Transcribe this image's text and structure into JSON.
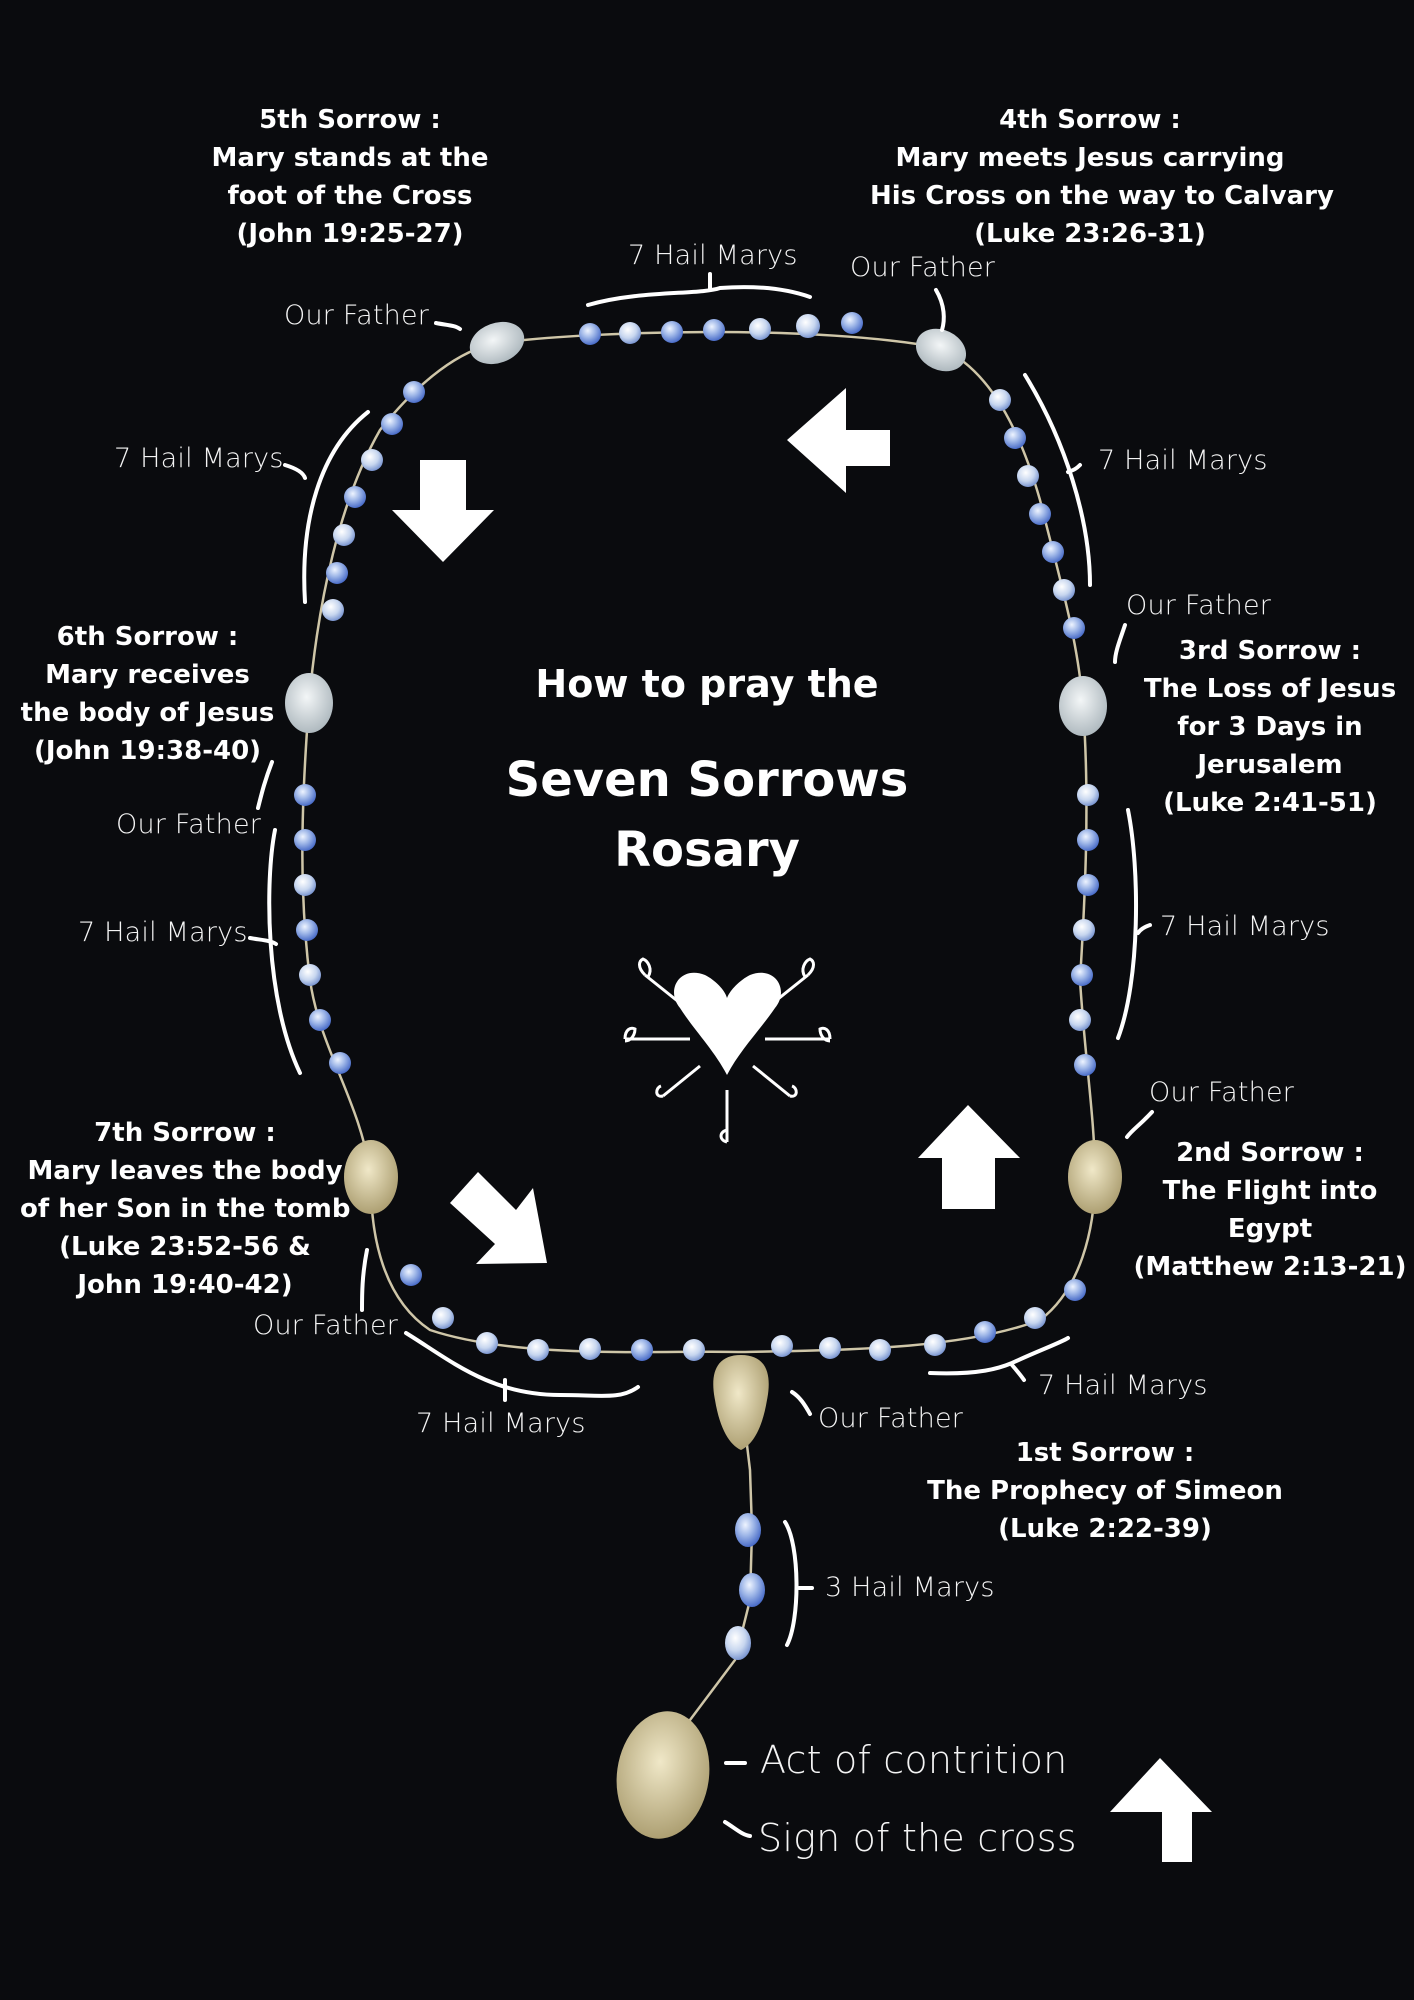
{
  "title": {
    "line1": "How to pray the",
    "line2": "Seven Sorrows",
    "line3": "Rosary"
  },
  "icons": {
    "center_emblem": "heart-pierced-by-seven-swords-icon",
    "direction_arrows": [
      "arrow-down-icon",
      "arrow-left-icon",
      "arrow-up-icon",
      "arrow-down-right-icon",
      "arrow-up-icon"
    ]
  },
  "sorrows": [
    {
      "heading": "1st Sorrow :",
      "lines": [
        "The Prophecy of Simeon",
        "(Luke 2:22-39)"
      ]
    },
    {
      "heading": "2nd Sorrow :",
      "lines": [
        "The Flight into",
        "Egypt",
        "(Matthew 2:13-21)"
      ]
    },
    {
      "heading": "3rd Sorrow :",
      "lines": [
        "The Loss of Jesus",
        "for 3 Days in",
        "Jerusalem",
        "(Luke 2:41-51)"
      ]
    },
    {
      "heading": "4th Sorrow :",
      "lines": [
        "Mary meets Jesus carrying",
        "His Cross on the way to Calvary",
        "(Luke 23:26-31)"
      ]
    },
    {
      "heading": "5th Sorrow :",
      "lines": [
        "Mary stands at the",
        "foot of the Cross",
        "(John 19:25-27)"
      ]
    },
    {
      "heading": "6th Sorrow :",
      "lines": [
        "Mary receives",
        "the body of Jesus",
        "(John 19:38-40)"
      ]
    },
    {
      "heading": "7th Sorrow :",
      "lines": [
        "Mary leaves the body",
        "of her Son in the tomb",
        "(Luke 23:52-56 &",
        "John 19:40-42)"
      ]
    }
  ],
  "labels": {
    "our_father": "Our Father",
    "seven_hail_marys": "7 Hail Marys",
    "three_hail_marys": "3 Hail Marys",
    "act_of_contrition": "Act of contrition",
    "sign_of_the_cross": "Sign of the cross"
  },
  "colors": {
    "background": "#0a0b0e",
    "text": "#ffffff",
    "bead_blue": "#5b7fd6",
    "bead_light": "#c9d9f0",
    "medal_silver": "#d6dde0",
    "medal_gold": "#d8cfa8",
    "chain": "#cfc6a8"
  }
}
